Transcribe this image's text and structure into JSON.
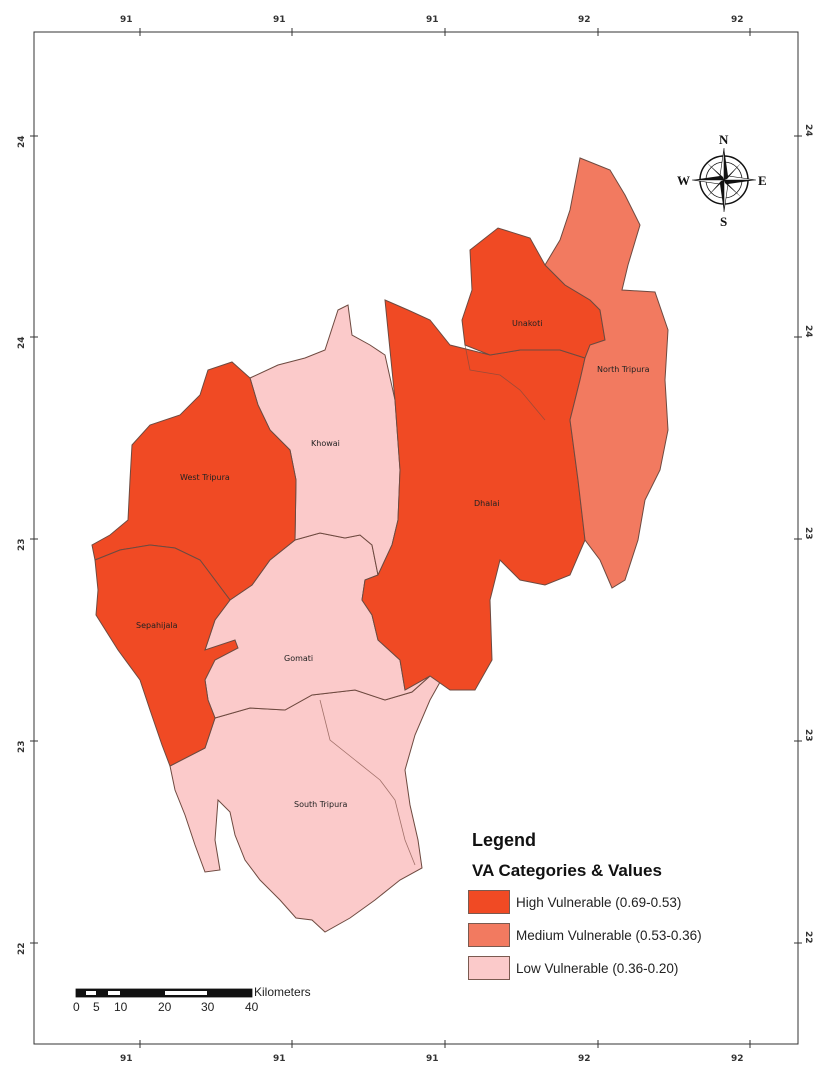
{
  "colors": {
    "high": "#f04a24",
    "medium": "#f27a60",
    "low": "#fbcaca",
    "border": "#6e4a40"
  },
  "ticks": {
    "top": [
      "91",
      "91",
      "91",
      "92",
      "92"
    ],
    "bottom": [
      "91",
      "91",
      "91",
      "92",
      "92"
    ],
    "left": [
      "24",
      "24",
      "23",
      "23",
      "22"
    ],
    "right": [
      "24",
      "24",
      "23",
      "23",
      "22"
    ]
  },
  "districts": {
    "west_tripura": "West Tripura",
    "khowai": "Khowai",
    "unakoti": "Unakoti",
    "north_tripura": "North Tripura",
    "dhalai": "Dhalai",
    "sepahijala": "Sepahijala",
    "gomati": "Gomati",
    "south_tripura": "South Tripura"
  },
  "compass": {
    "n": "N",
    "s": "S",
    "e": "E",
    "w": "W"
  },
  "legend": {
    "title": "Legend",
    "subtitle": "VA Categories & Values",
    "items": [
      {
        "label": "High Vulnerable (0.69-0.53)",
        "color": "#f04a24"
      },
      {
        "label": "Medium Vulnerable (0.53-0.36)",
        "color": "#f27a60"
      },
      {
        "label": "Low Vulnerable (0.36-0.20)",
        "color": "#fbcaca"
      }
    ]
  },
  "scale_bar": {
    "unit": "Kilometers",
    "labels": [
      "0",
      "5",
      "10",
      "20",
      "30",
      "40"
    ]
  }
}
